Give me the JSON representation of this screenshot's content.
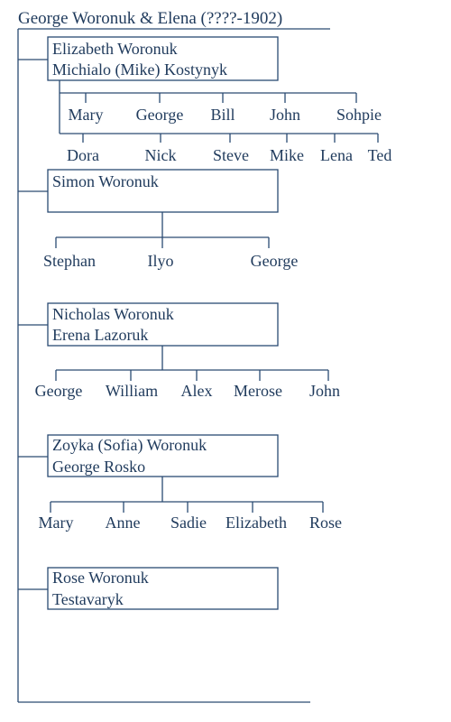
{
  "root": {
    "title": "George Woronuk  & Elena (????-1902)"
  },
  "families": [
    {
      "parent1": "Elizabeth Woronuk",
      "parent2": "Michialo (Mike) Kostynyk",
      "children_row1": [
        "Mary",
        "George",
        "Bill",
        "John",
        "Sohpie"
      ],
      "children_row2": [
        "Dora",
        "Nick",
        "Steve",
        "Mike",
        "Lena",
        "Ted"
      ]
    },
    {
      "parent1": "Simon Woronuk",
      "parent2": "",
      "children": [
        "Stephan",
        "Ilyo",
        "George"
      ]
    },
    {
      "parent1": "Nicholas Woronuk",
      "parent2": "Erena Lazoruk",
      "children": [
        "George",
        "William",
        "Alex",
        "Merose",
        "John"
      ]
    },
    {
      "parent1": "Zoyka (Sofia) Woronuk",
      "parent2": "George Rosko",
      "children": [
        "Mary",
        "Anne",
        "Sadie",
        "Elizabeth",
        "Rose"
      ]
    },
    {
      "parent1": "Rose Woronuk",
      "parent2": "Testavaryk",
      "children": []
    }
  ]
}
